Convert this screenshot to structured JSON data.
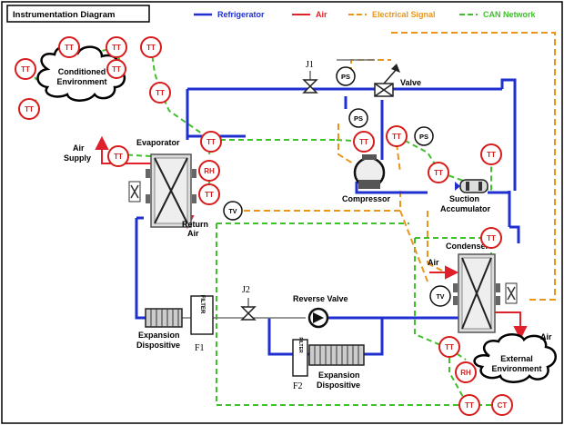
{
  "title": "Instrumentation Diagram",
  "legend": {
    "refrigerator": "Refrigerator",
    "air": "Air",
    "electrical": "Electrical Signal",
    "can": "CAN Network"
  },
  "colors": {
    "refrigerator": "#1f2fd0",
    "air": "#e0202a",
    "electrical": "#e8961e",
    "can": "#3fbf2a",
    "sensor_ring": "#d81b1b",
    "thin_pipe": "#777777"
  },
  "labels": {
    "conditioned_env": [
      "Conditioned",
      "Environment"
    ],
    "external_env": [
      "External",
      "Environment"
    ],
    "evaporator": "Evaporator",
    "air_supply": [
      "Air",
      "Supply"
    ],
    "return_air": [
      "Return",
      "Air"
    ],
    "valve": "Valve",
    "compressor": "Compressor",
    "suction_accumulator": [
      "Suction",
      "Accumulator"
    ],
    "condenser": "Condenser",
    "air_in": "Air",
    "air_out": "Air",
    "reverse_valve": "Reverse Valve",
    "expansion_1": [
      "Expansion",
      "Dispositive"
    ],
    "expansion_2": [
      "Expansion",
      "Dispositive"
    ],
    "j1": "J1",
    "j2": "J2",
    "f1": "F1",
    "f2": "F2",
    "filter_text": "FILTER"
  },
  "sensor_tags": {
    "tt": "TT",
    "rh": "RH",
    "ct": "CT",
    "ps": "PS",
    "tv": "TV"
  }
}
